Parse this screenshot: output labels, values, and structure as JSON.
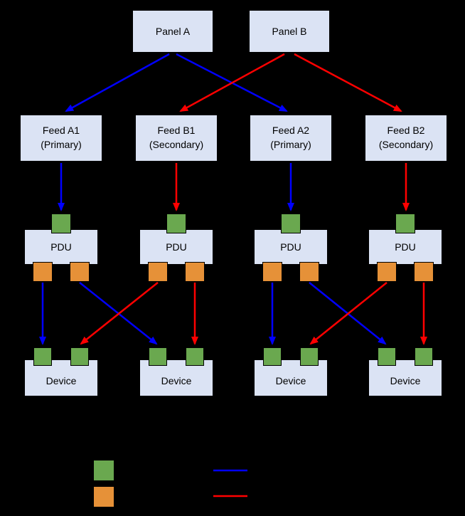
{
  "colors": {
    "background": "#000000",
    "box_fill": "#dbe3f4",
    "box_border": "#000000",
    "input_port_green": "#6aa84f",
    "output_port_orange": "#e69138",
    "primary_path_blue": "#0000ff",
    "secondary_path_red": "#ff0000"
  },
  "diagram": {
    "panels": [
      {
        "label": "Panel A"
      },
      {
        "label": "Panel B"
      }
    ],
    "feeds": [
      {
        "name": "Feed A1",
        "role": "(Primary)"
      },
      {
        "name": "Feed B1",
        "role": "(Secondary)"
      },
      {
        "name": "Feed A2",
        "role": "(Primary)"
      },
      {
        "name": "Feed B2",
        "role": "(Secondary)"
      }
    ],
    "pdus": [
      {
        "label": "PDU"
      },
      {
        "label": "PDU"
      },
      {
        "label": "PDU"
      },
      {
        "label": "PDU"
      }
    ],
    "devices": [
      {
        "label": "Device"
      },
      {
        "label": "Device"
      },
      {
        "label": "Device"
      },
      {
        "label": "Device"
      }
    ]
  },
  "legend": {
    "swatches": [
      {
        "icon": "green-square",
        "color_key": "input_port_green"
      },
      {
        "icon": "orange-square",
        "color_key": "output_port_orange"
      }
    ],
    "lines": [
      {
        "icon": "blue-line",
        "color_key": "primary_path_blue"
      },
      {
        "icon": "red-line",
        "color_key": "secondary_path_red"
      }
    ]
  }
}
